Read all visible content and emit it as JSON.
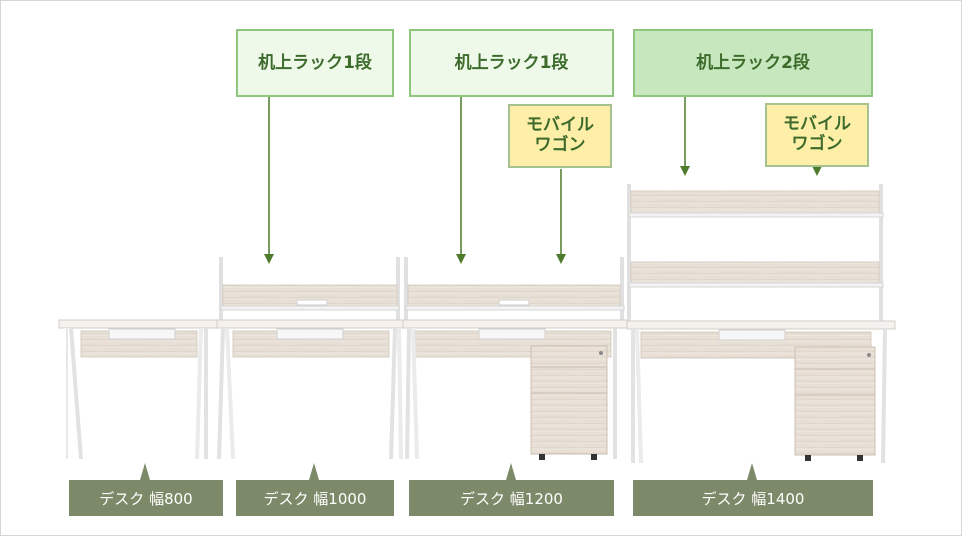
{
  "labels": {
    "rack_1": "机上ラック1段",
    "rack_2": "机上ラック2段",
    "wagon_line1": "モバイル",
    "wagon_line2": "ワゴン"
  },
  "desks": [
    {
      "label": "デスク 幅800"
    },
    {
      "label": "デスク 幅1000"
    },
    {
      "label": "デスク 幅1200"
    },
    {
      "label": "デスク 幅1400"
    }
  ],
  "colors": {
    "rack_label_fill": "#eef9ea",
    "rack2_label_fill": "#c7e8be",
    "label_border": "#90c57d",
    "label_text": "#3d6b2c",
    "wagon_fill": "#fdeea8",
    "desk_label_fill": "#7d8a69",
    "arrow": "#4e7a2c",
    "wood": "#e6ddd3"
  }
}
